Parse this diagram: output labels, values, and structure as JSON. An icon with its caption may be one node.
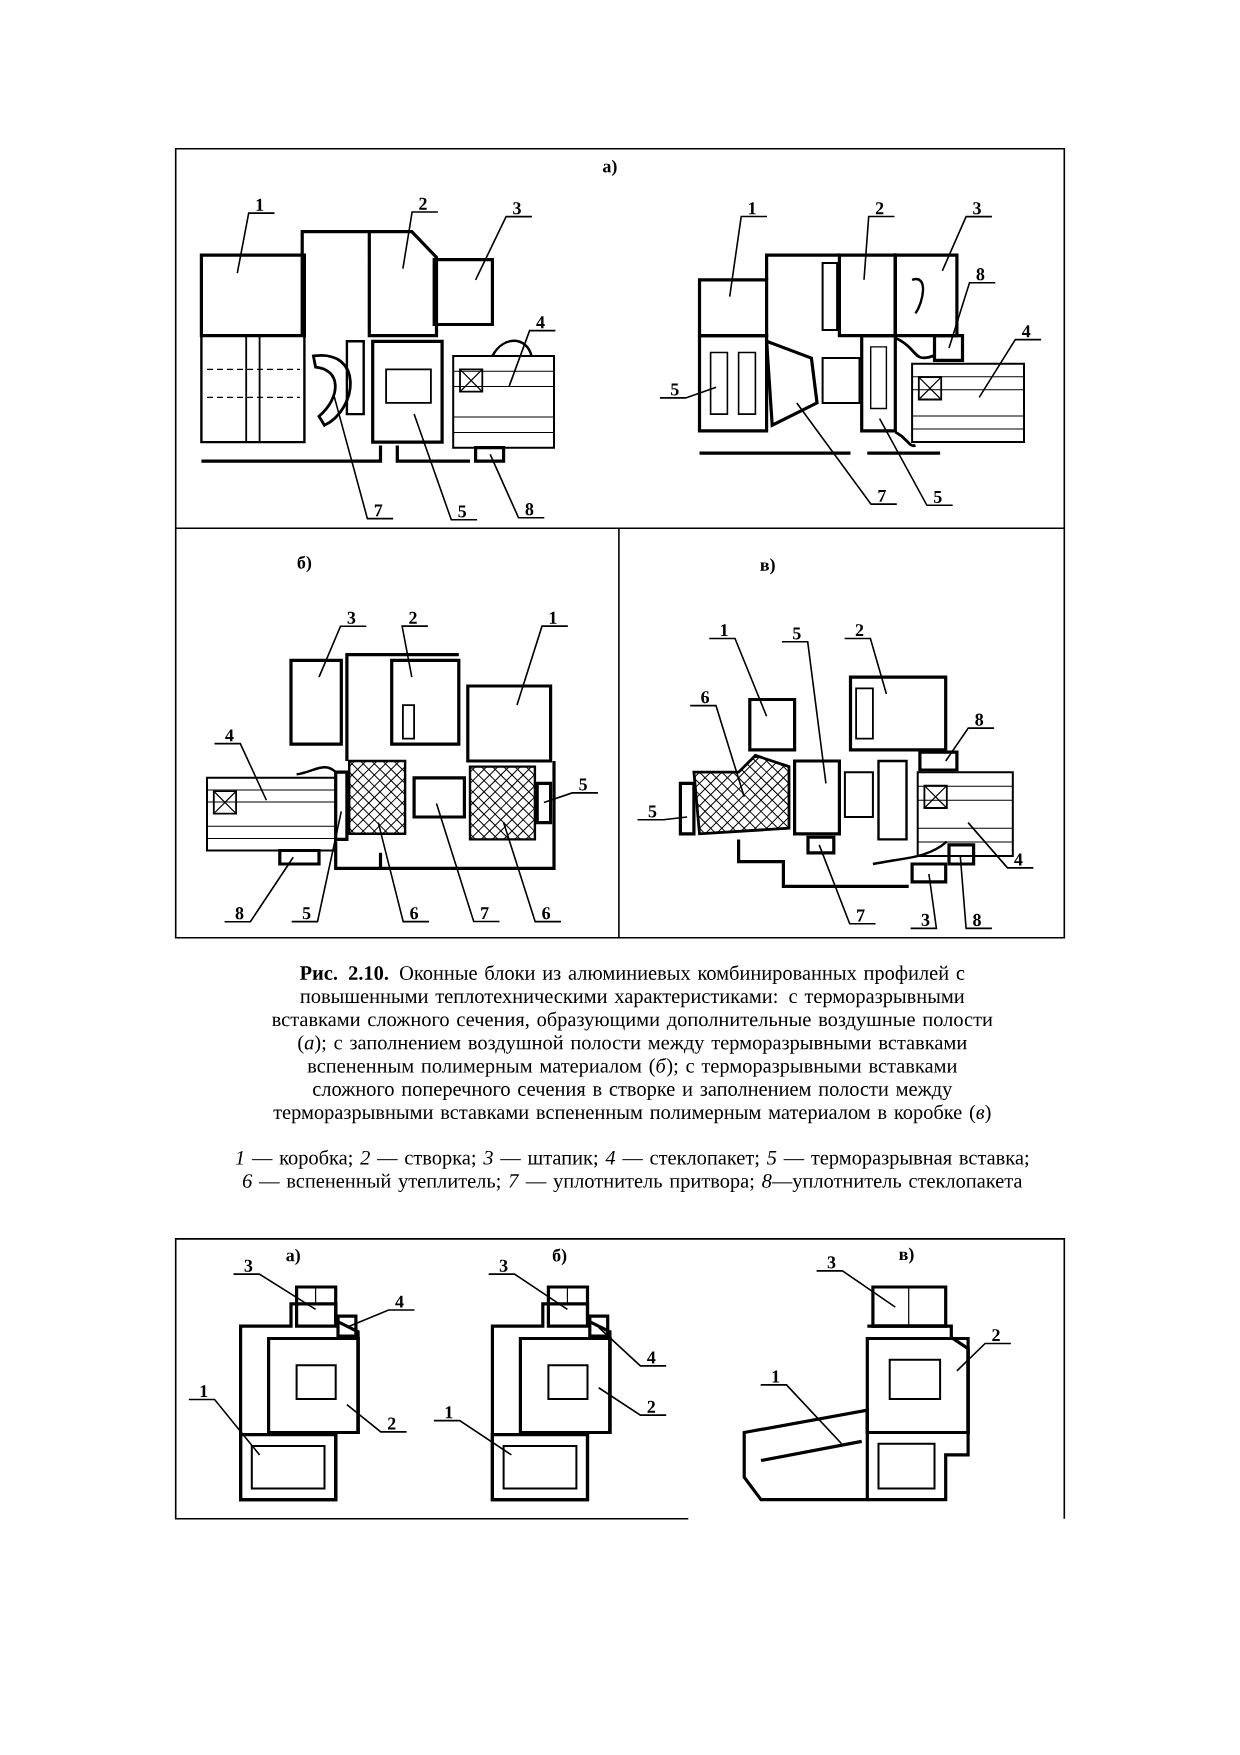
{
  "diagram": {
    "caption": "**Рис. 2.10.** Оконные блоки из алюминиевых комбинированных профилей с повышенными теплотехническими характеристиками: с терморазрывными вставками сложного сечения, образующими дополнительные воздушные полости (*а*); с заполнением воздушной полости между терморазрывными вставками вспененным полимерным материалом (*б*); с терморазрывными вставками сложного поперечного сечения в створке и заполнением полости между терморазрывными вставками вспененным полимерным материалом в коробке (*в*)",
    "nodes": [
      {
        "text": [
          "1"
        ]
      },
      {
        "text": [
          "2"
        ]
      },
      {
        "text": [
          "3"
        ]
      },
      {
        "text": [
          "4"
        ]
      },
      {
        "text": [
          "7"
        ]
      },
      {
        "text": [
          "5"
        ]
      },
      {
        "text": [
          "8"
        ]
      },
      {
        "text": [
          "1"
        ]
      },
      {
        "text": [
          "2"
        ]
      },
      {
        "text": [
          "3"
        ]
      },
      {
        "text": [
          "8"
        ]
      },
      {
        "text": [
          "4"
        ]
      },
      {
        "text": [
          "5"
        ]
      },
      {
        "text": [
          "7"
        ]
      },
      {
        "text": [
          "5"
        ]
      },
      {
        "text": [
          "3"
        ]
      },
      {
        "text": [
          "2"
        ]
      },
      {
        "text": [
          "1"
        ]
      },
      {
        "text": [
          "4"
        ]
      },
      {
        "text": [
          "5"
        ]
      },
      {
        "text": [
          "8"
        ]
      },
      {
        "text": [
          "5"
        ]
      },
      {
        "text": [
          "6"
        ]
      },
      {
        "text": [
          "7"
        ]
      },
      {
        "text": [
          "6"
        ]
      },
      {
        "text": [
          "1"
        ]
      },
      {
        "text": [
          "5"
        ]
      },
      {
        "text": [
          "2"
        ]
      },
      {
        "text": [
          "6"
        ]
      },
      {
        "text": [
          "8"
        ]
      },
      {
        "text": [
          "5"
        ]
      },
      {
        "text": [
          "4"
        ]
      },
      {
        "text": [
          "7"
        ]
      },
      {
        "text": [
          "3"
        ]
      },
      {
        "text": [
          "8"
        ]
      },
      {
        "text": [
          "3"
        ]
      },
      {
        "text": [
          "4"
        ]
      },
      {
        "text": [
          "1"
        ]
      },
      {
        "text": [
          "2"
        ]
      },
      {
        "text": [
          "3"
        ]
      },
      {
        "text": [
          "4"
        ]
      },
      {
        "text": [
          "1"
        ]
      },
      {
        "text": [
          "2"
        ]
      },
      {
        "text": [
          "3"
        ]
      },
      {
        "text": [
          "2"
        ]
      },
      {
        "text": [
          "1"
        ]
      },
      {
        "text": [],
        "shape": "box"
      },
      {
        "text": [],
        "shape": "box"
      },
      {
        "text": [],
        "shape": "box"
      },
      {
        "text": [],
        "shape": "box"
      },
      {
        "text": [],
        "shape": "box"
      },
      {
        "text": [],
        "shape": "box"
      },
      {
        "text": [],
        "shape": "box"
      },
      {
        "text": [],
        "shape": "box"
      },
      {
        "text": [],
        "shape": "box"
      },
      {
        "text": [],
        "shape": "box"
      },
      {
        "text": [],
        "shape": "box"
      },
      {
        "text": [],
        "shape": "box"
      },
      {
        "text": [],
        "shape": "box"
      },
      {
        "text": [],
        "shape": "box"
      },
      {
        "text": [],
        "shape": "box"
      },
      {
        "text": [],
        "shape": "box"
      },
      {
        "text": [],
        "shape": "box"
      },
      {
        "text": [],
        "shape": "box"
      },
      {
        "text": [],
        "shape": "box"
      },
      {
        "text": [],
        "shape": "box"
      },
      {
        "text": [],
        "shape": "box"
      },
      {
        "text": [],
        "shape": "box"
      },
      {
        "text": [],
        "shape": "box"
      },
      {
        "text": [],
        "shape": "box"
      },
      {
        "text": [],
        "shape": "box"
      },
      {
        "text": [],
        "shape": "box"
      },
      {
        "text": [],
        "shape": "box"
      },
      {
        "text": [],
        "shape": "box"
      },
      {
        "text": [],
        "shape": "box"
      },
      {
        "text": [],
        "shape": "box"
      },
      {
        "text": [],
        "shape": "box"
      },
      {
        "text": [],
        "shape": "box"
      },
      {
        "text": [],
        "shape": "box"
      },
      {
        "text": [],
        "shape": "box"
      },
      {
        "text": [],
        "shape": "box"
      },
      {
        "text": [],
        "shape": "box"
      },
      {
        "text": [],
        "shape": "box"
      },
      {
        "text": [],
        "shape": "box"
      },
      {
        "text": [],
        "shape": "box"
      },
      {
        "text": [],
        "shape": "box"
      },
      {
        "text": [],
        "shape": "box"
      },
      {
        "text": [],
        "shape": "box"
      },
      {
        "text": [],
        "shape": "box"
      },
      {
        "text": [],
        "shape": "box"
      },
      {
        "text": [],
        "shape": "box"
      },
      {
        "text": [],
        "shape": "box"
      }
    ],
    "edges": [
      {
        "from": 0,
        "to": 46,
        "arrow": "none"
      },
      {
        "from": 1,
        "to": 47,
        "arrow": "none"
      },
      {
        "from": 2,
        "to": 48,
        "arrow": "none"
      },
      {
        "from": 3,
        "to": 49,
        "arrow": "none"
      },
      {
        "from": 4,
        "to": 50,
        "arrow": "none"
      },
      {
        "from": 5,
        "to": 51,
        "arrow": "none"
      },
      {
        "from": 6,
        "to": 52,
        "arrow": "none"
      },
      {
        "from": 7,
        "to": 53,
        "arrow": "none"
      },
      {
        "from": 8,
        "to": 54,
        "arrow": "none"
      },
      {
        "from": 9,
        "to": 55,
        "arrow": "none"
      },
      {
        "from": 10,
        "to": 56,
        "arrow": "none"
      },
      {
        "from": 11,
        "to": 57,
        "arrow": "none"
      },
      {
        "from": 12,
        "to": 58,
        "arrow": "none"
      },
      {
        "from": 13,
        "to": 59,
        "arrow": "none"
      },
      {
        "from": 14,
        "to": 60,
        "arrow": "none"
      },
      {
        "from": 15,
        "to": 61,
        "arrow": "none"
      },
      {
        "from": 16,
        "to": 62,
        "arrow": "none"
      },
      {
        "from": 17,
        "to": 63,
        "arrow": "none"
      },
      {
        "from": 18,
        "to": 64,
        "arrow": "none"
      },
      {
        "from": 19,
        "to": 65,
        "arrow": "none"
      },
      {
        "from": 20,
        "to": 66,
        "arrow": "none"
      },
      {
        "from": 21,
        "to": 67,
        "arrow": "none"
      },
      {
        "from": 22,
        "to": 68,
        "arrow": "none"
      },
      {
        "from": 23,
        "to": 69,
        "arrow": "none"
      },
      {
        "from": 24,
        "to": 70,
        "arrow": "none"
      },
      {
        "from": 25,
        "to": 71,
        "arrow": "none"
      },
      {
        "from": 26,
        "to": 72,
        "arrow": "none"
      },
      {
        "from": 27,
        "to": 73,
        "arrow": "none"
      },
      {
        "from": 28,
        "to": 74,
        "arrow": "none"
      },
      {
        "from": 29,
        "to": 75,
        "arrow": "none"
      },
      {
        "from": 30,
        "to": 76,
        "arrow": "none"
      },
      {
        "from": 31,
        "to": 77,
        "arrow": "none"
      },
      {
        "from": 32,
        "to": 78,
        "arrow": "none"
      },
      {
        "from": 33,
        "to": 79,
        "arrow": "none"
      },
      {
        "from": 34,
        "to": 80,
        "arrow": "none"
      },
      {
        "from": 35,
        "to": 81,
        "arrow": "none"
      },
      {
        "from": 36,
        "to": 82,
        "arrow": "none"
      },
      {
        "from": 37,
        "to": 83,
        "arrow": "none"
      },
      {
        "from": 38,
        "to": 84,
        "arrow": "none"
      },
      {
        "from": 39,
        "to": 85,
        "arrow": "none"
      },
      {
        "from": 40,
        "to": 86,
        "arrow": "none"
      },
      {
        "from": 41,
        "to": 87,
        "arrow": "none"
      },
      {
        "from": 42,
        "to": 88,
        "arrow": "none"
      },
      {
        "from": 43,
        "to": 89,
        "arrow": "none"
      },
      {
        "from": 44,
        "to": 90,
        "arrow": "none"
      },
      {
        "from": 45,
        "to": 91,
        "arrow": "none"
      }
    ],
    "labels": [
      "а)",
      "б)",
      "в)",
      "а)",
      "б)",
      "в)",
      "*1* — коробка; *2* — створка; *3* — штапик; *4* — стеклопакет; *5* — терморазрывная вставка; *6* — вспененный утеплитель; *7* — уплотнитель притвора; *8*—уплотнитель стеклопакета"
    ]
  }
}
